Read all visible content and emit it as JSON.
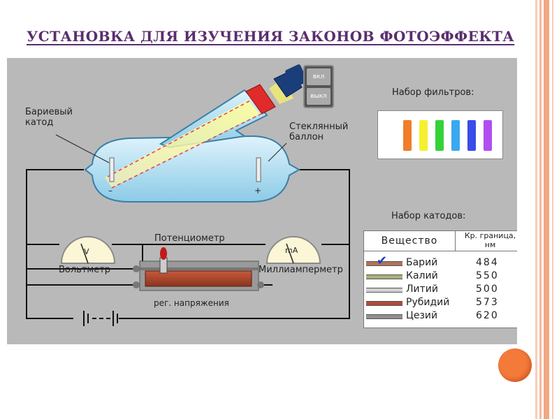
{
  "title": "УСТАНОВКА ДЛЯ ИЗУЧЕНИЯ ЗАКОНОВ ФОТОЭФФЕКТА",
  "labels": {
    "cathode": "Бариевый\nкатод",
    "balloon": "Стеклянный\nбаллон",
    "minus": "–",
    "plus": "+",
    "potentiometer": "Потенциометр",
    "voltmeter": "Вольтметр",
    "milliammeter": "Миллиамперметр",
    "voltage_reg": "рег. напряжения",
    "filters_title": "Набор фильтров:",
    "cathodes_title": "Набор катодов:"
  },
  "lamp": {
    "on_label": "вкл",
    "off_label": "выкл"
  },
  "meters": {
    "volt_unit": "V",
    "amp_unit": "mA"
  },
  "filters": {
    "colors": [
      "#f07d2a",
      "#f6f030",
      "#34d238",
      "#3aa8f0",
      "#3a4ce8",
      "#b04ef0"
    ]
  },
  "cathodes": {
    "header_substance": "Вещество",
    "header_limit": "Кр. граница,",
    "header_unit": "нм",
    "rows": [
      {
        "name": "Барий",
        "value": "484",
        "color": "#b0735a"
      },
      {
        "name": "Калий",
        "value": "550",
        "color": "#a8b07a"
      },
      {
        "name": "Литий",
        "value": "500",
        "color": "#d2d2d2"
      },
      {
        "name": "Рубидий",
        "value": "573",
        "color": "#b04a3a"
      },
      {
        "name": "Цезий",
        "value": "620",
        "color": "#909090"
      }
    ],
    "selected_index": 0
  },
  "colors": {
    "title": "#5a2d6e",
    "panel": "#b9b9b9",
    "stripe_light": "#f6cdb8",
    "stripe_dark": "#ee9c76",
    "accent_button": "#f47a3a"
  }
}
